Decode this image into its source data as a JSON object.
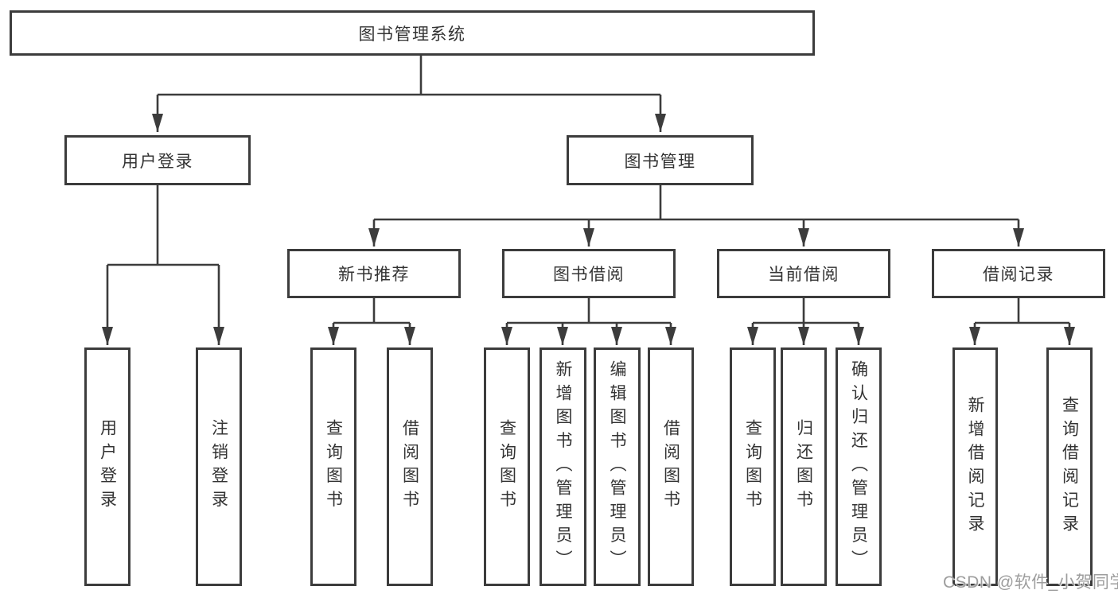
{
  "tree": {
    "label": "图书管理系统",
    "children": [
      {
        "label": "用户登录",
        "children": [
          {
            "label": "用户登录"
          },
          {
            "label": "注销登录"
          }
        ]
      },
      {
        "label": "图书管理",
        "children": [
          {
            "label": "新书推荐",
            "children": [
              {
                "label": "查询图书"
              },
              {
                "label": "借阅图书"
              }
            ]
          },
          {
            "label": "图书借阅",
            "children": [
              {
                "label": "查询图书"
              },
              {
                "label": "新增图书（管理员）"
              },
              {
                "label": "编辑图书（管理员）"
              },
              {
                "label": "借阅图书"
              }
            ]
          },
          {
            "label": "当前借阅",
            "children": [
              {
                "label": "查询图书"
              },
              {
                "label": "归还图书"
              },
              {
                "label": "确认归还（管理员）"
              }
            ]
          },
          {
            "label": "借阅记录",
            "children": [
              {
                "label": "新增借阅记录"
              },
              {
                "label": "查询借阅记录"
              }
            ]
          }
        ]
      }
    ]
  },
  "watermark": {
    "text": "CSDN @软件_小贺同学"
  },
  "colors": {
    "line": "#3c3c3c",
    "text": "#333333",
    "watermark": "#9d9d9d",
    "background": "#ffffff"
  }
}
